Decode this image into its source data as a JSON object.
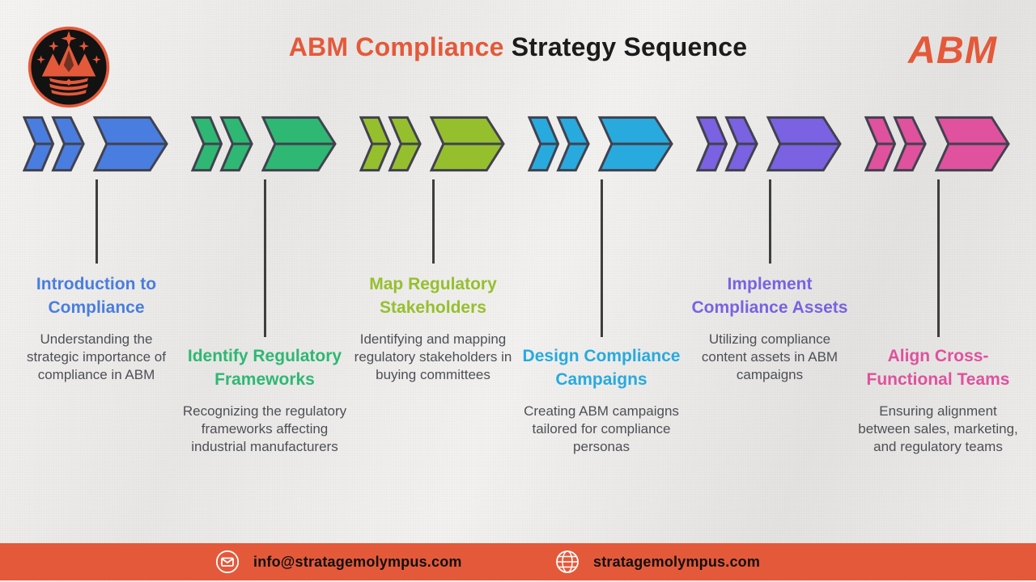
{
  "header": {
    "title_highlight": "ABM Compliance",
    "title_rest": " Strategy Sequence",
    "brand": "ABM",
    "accent_color": "#e4593a"
  },
  "icons": {
    "logo": "crown-mountain-logo",
    "email": "envelope-icon",
    "website": "globe-icon"
  },
  "steps": [
    {
      "title": "Introduction to Compliance",
      "description": "Understanding the strategic importance of compliance in ABM",
      "color": "#4a7de0",
      "connector": "short"
    },
    {
      "title": "Identify Regulatory Frameworks",
      "description": "Recognizing the regulatory frameworks affecting industrial manufacturers",
      "color": "#2eb873",
      "connector": "long"
    },
    {
      "title": "Map Regulatory Stakeholders",
      "description": "Identifying and mapping regulatory stakeholders in buying committees",
      "color": "#96bf2e",
      "connector": "short"
    },
    {
      "title": "Design Compliance Campaigns",
      "description": "Creating ABM campaigns tailored for compliance personas",
      "color": "#28aade",
      "connector": "long"
    },
    {
      "title": "Implement Compliance Assets",
      "description": "Utilizing compliance content assets in ABM campaigns",
      "color": "#7a62e2",
      "connector": "short"
    },
    {
      "title": "Align Cross-Functional Teams",
      "description": "Ensuring alignment between sales, marketing, and regulatory teams",
      "color": "#e0519e",
      "connector": "long"
    }
  ],
  "footer": {
    "email": "info@stratagemolympus.com",
    "website": "stratagemolympus.com",
    "bg_color": "#e4593a"
  }
}
